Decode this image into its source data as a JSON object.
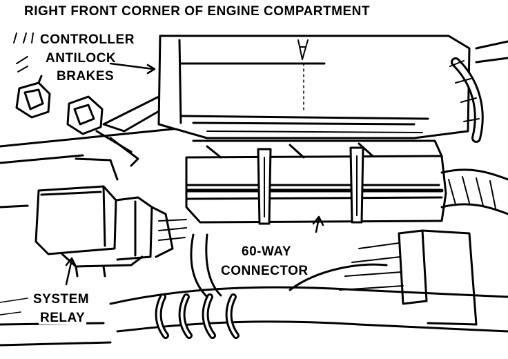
{
  "labels": {
    "title": "RIGHT FRONT CORNER OF ENGINE COMPARTMENT",
    "controller_line1": "CONTROLLER",
    "controller_line2": "ANTILOCK",
    "controller_line3": "BRAKES",
    "connector_line1": "60-WAY",
    "connector_line2": "CONNECTOR",
    "relay_line1": "SYSTEM",
    "relay_line2": "RELAY"
  },
  "colors": {
    "ink": "#000000",
    "paper": "#ffffff"
  }
}
